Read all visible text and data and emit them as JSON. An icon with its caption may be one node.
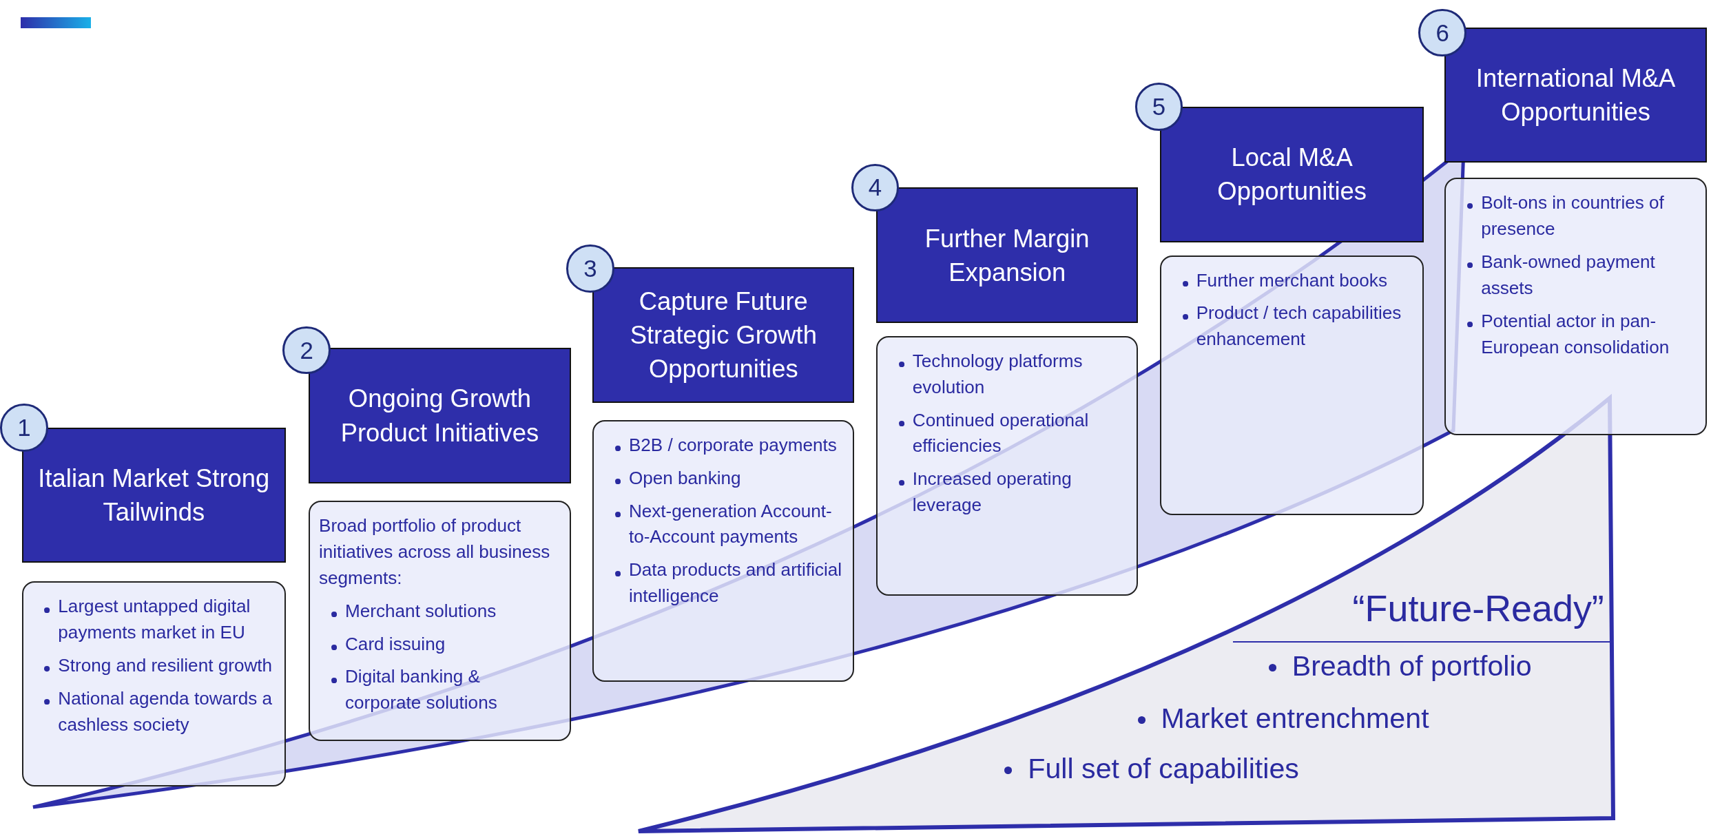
{
  "diagram": {
    "nodes": [
      {
        "text": [
          "1"
        ]
      },
      {
        "text": [
          "Italian Market Strong Tailwinds"
        ]
      },
      {
        "text": [
          "Largest untapped digital payments market in EU",
          "Strong and resilient growth",
          "National agenda towards a cashless society"
        ]
      },
      {
        "text": [
          "2"
        ]
      },
      {
        "text": [
          "Ongoing Growth Product Initiatives"
        ]
      },
      {
        "text": [
          "Broad portfolio of product initiatives across all business segments:",
          "Merchant solutions",
          "Card issuing",
          "Digital banking & corporate solutions"
        ]
      },
      {
        "text": [
          "3"
        ]
      },
      {
        "text": [
          "Capture Future Strategic Growth Opportunities"
        ]
      },
      {
        "text": [
          "B2B / corporate payments",
          "Open banking",
          "Next-generation Account-to-Account payments",
          "Data products and artificial intelligence"
        ]
      },
      {
        "text": [
          "4"
        ]
      },
      {
        "text": [
          "Further Margin Expansion"
        ]
      },
      {
        "text": [
          "Technology platforms evolution",
          "Continued operational efficiencies",
          "Increased operating leverage"
        ]
      },
      {
        "text": [
          "5"
        ]
      },
      {
        "text": [
          "Local M&A Opportunities"
        ]
      },
      {
        "text": [
          "Further merchant books",
          "Product / tech capabilities enhancement"
        ]
      },
      {
        "text": [
          "6"
        ]
      },
      {
        "text": [
          "International M&A Opportunities"
        ]
      },
      {
        "text": [
          "Bolt-ons in countries of presence",
          "Bank-owned payment assets",
          "Potential actor in pan-European consolidation"
        ]
      },
      {
        "text": [
          "“Future-Ready”",
          "Breadth of portfolio",
          "Market entrenchment",
          "Full set of capabilities"
        ]
      }
    ],
    "edges": []
  }
}
